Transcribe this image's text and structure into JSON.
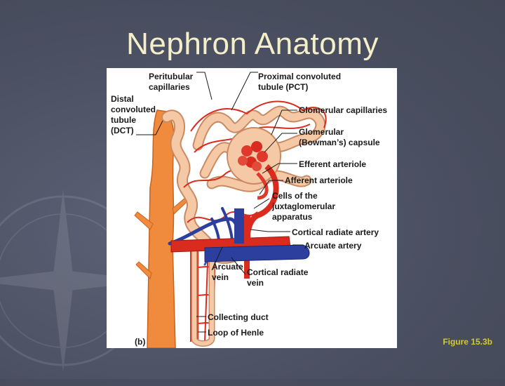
{
  "slide": {
    "title": "Nephron Anatomy",
    "caption": "Figure 15.3b"
  },
  "diagram": {
    "panel_label": "(b)",
    "labels": {
      "peritubular": [
        "Peritubular",
        "capillaries"
      ],
      "dct": [
        "Distal",
        "convoluted",
        "tubule",
        "(DCT)"
      ],
      "pct": [
        "Proximal convoluted",
        "tubule (PCT)"
      ],
      "glomerular_capillaries": "Glomerular capillaries",
      "bowmans": [
        "Glomerular",
        "(Bowman’s) capsule"
      ],
      "efferent": "Efferent arteriole",
      "afferent": "Afferent arteriole",
      "juxtaglomerular": [
        "Cells of the",
        "juxtaglomerular",
        "apparatus"
      ],
      "cortical_radiate_artery": "Cortical radiate artery",
      "arcuate_artery": "Arcuate artery",
      "arcuate_vein": [
        "Arcuate",
        "vein"
      ],
      "cortical_radiate_vein": [
        "Cortical radiate",
        "vein"
      ],
      "collecting_duct": "Collecting duct",
      "loop_of_henle": "Loop of Henle"
    }
  },
  "colors": {
    "background": "#4b5062",
    "title": "#f4efc8",
    "caption": "#d4c92e",
    "tubule": "#f0b98e",
    "collecting_duct": "#f08a3c",
    "artery": "#d92b1e",
    "vein": "#2c3f9e"
  }
}
